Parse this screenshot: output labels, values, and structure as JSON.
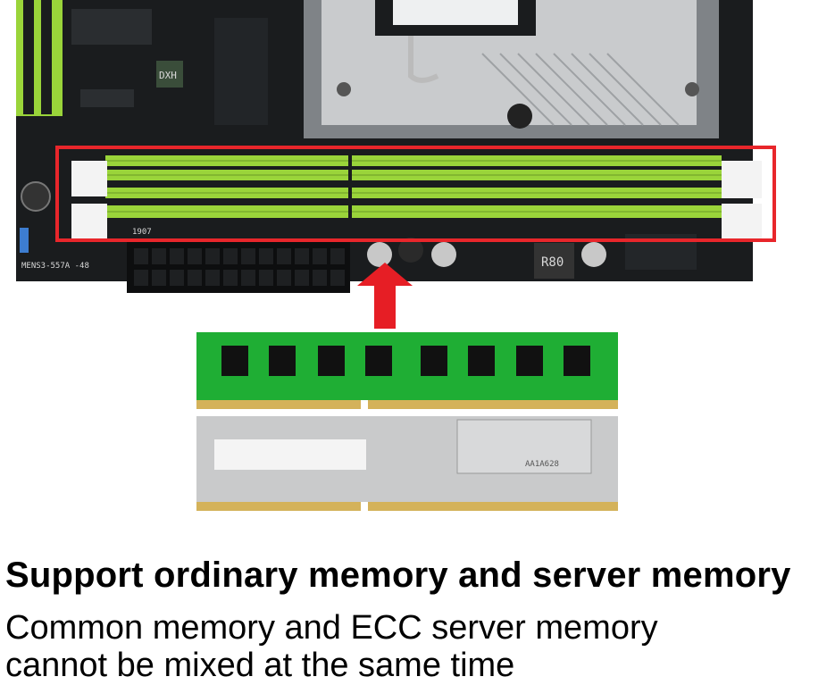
{
  "board_markings": {
    "model_label": "MENS3-557A -48",
    "code_1907": "1907",
    "chip_label": "DXH",
    "inductor_label": "R80",
    "ecc_chip_label": "AA1A628"
  },
  "caption": {
    "headline": "Support ordinary memory and server memory",
    "line1": "Common memory and ECC server memory",
    "line2": "cannot be mixed at the same time"
  },
  "colors": {
    "pcb": "#1a1c1e",
    "slot_green": "#9ad43a",
    "highlight_box": "#e8262b",
    "arrow": "#e61e25",
    "ram_green_pcb": "#1fae34",
    "server_heatspreader": "#c9cacb"
  }
}
